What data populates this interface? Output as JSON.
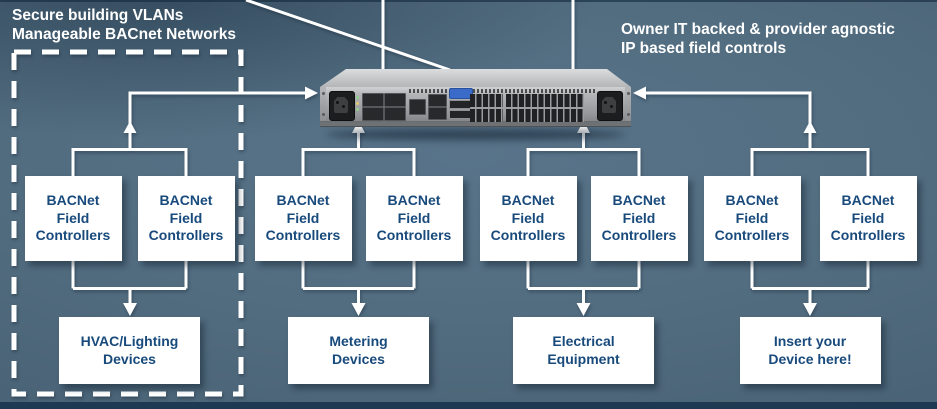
{
  "annotations": {
    "secure_vlans": "Secure building VLANs\nManageable BACnet Networks",
    "owner_it": "Owner IT backed & provider agnostic\nIP based field controls"
  },
  "controller_label": "BACNet\nField\nControllers",
  "clusters": [
    {
      "device_label": "HVAC/Lighting\nDevices"
    },
    {
      "device_label": "Metering\nDevices"
    },
    {
      "device_label": "Electrical\nEquipment"
    },
    {
      "device_label": "Insert your\nDevice here!"
    }
  ],
  "equipment": {
    "switch_alt": "rack-mounted IP network switch"
  },
  "icons": {
    "up_arrow": "▲",
    "down_arrow": "▼",
    "left_arrow": "◀",
    "right_arrow": "▶",
    "dashed_boundary": "vlan-boundary"
  },
  "colors": {
    "background": "#4e6779",
    "box_text_navy": "#184a7c",
    "line_white": "#ffffff",
    "footer_bar": "#1d3a52",
    "vga_blue": "#3a6bc9"
  }
}
